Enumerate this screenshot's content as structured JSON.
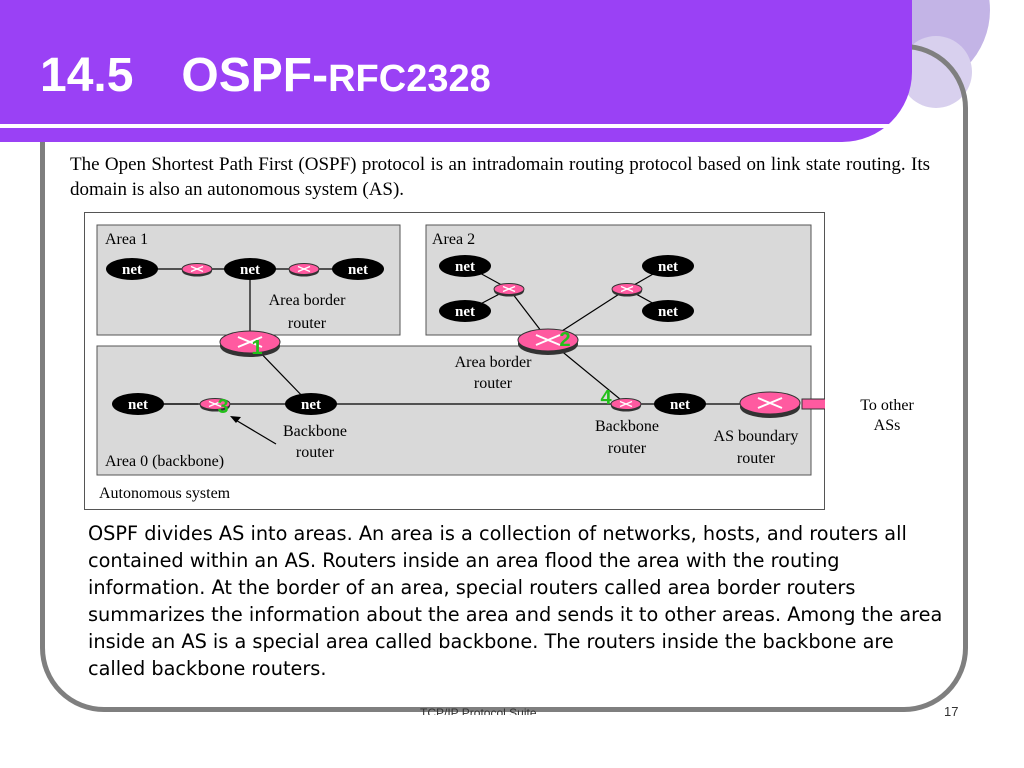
{
  "slide": {
    "title_number": "14.5",
    "title_main": "OSPF-",
    "title_suffix": "RFC2328",
    "intro": "The Open Shortest Path First (OSPF) protocol is an intradomain routing protocol based on link state routing. Its domain is also an autonomous system (AS).",
    "body": "OSPF divides AS into areas. An area is a collection of networks, hosts,  and routers all contained within an AS. Routers inside an area flood the area with the routing information. At the border of an area, special routers called area border routers summarizes the information about the area and sends it to other areas. Among the area inside an AS is a special area called backbone. The routers inside the backbone are called backbone routers.",
    "footer_center": "TCP/IP Protocol Suite",
    "page_number": "17"
  },
  "diagram": {
    "area1_label": "Area 1",
    "area2_label": "Area 2",
    "area0_label": "Area 0 (backbone)",
    "as_label": "Autonomous system",
    "net_label": "net",
    "area_border_router_1": [
      "Area border",
      "router"
    ],
    "area_border_router_2": [
      "Area border",
      "router"
    ],
    "backbone_router_1": [
      "Backbone",
      "router"
    ],
    "backbone_router_2": [
      "Backbone",
      "router"
    ],
    "as_boundary_router": [
      "AS boundary",
      "router"
    ],
    "to_other_ases": [
      "To other",
      "ASs"
    ],
    "markers": [
      "1",
      "2",
      "3",
      "4"
    ]
  },
  "colors": {
    "title_bar": "#9a41f5",
    "router_fill": "#ff5aa0",
    "marker_green": "#22c01a",
    "area_fill": "#d9d9d9"
  }
}
